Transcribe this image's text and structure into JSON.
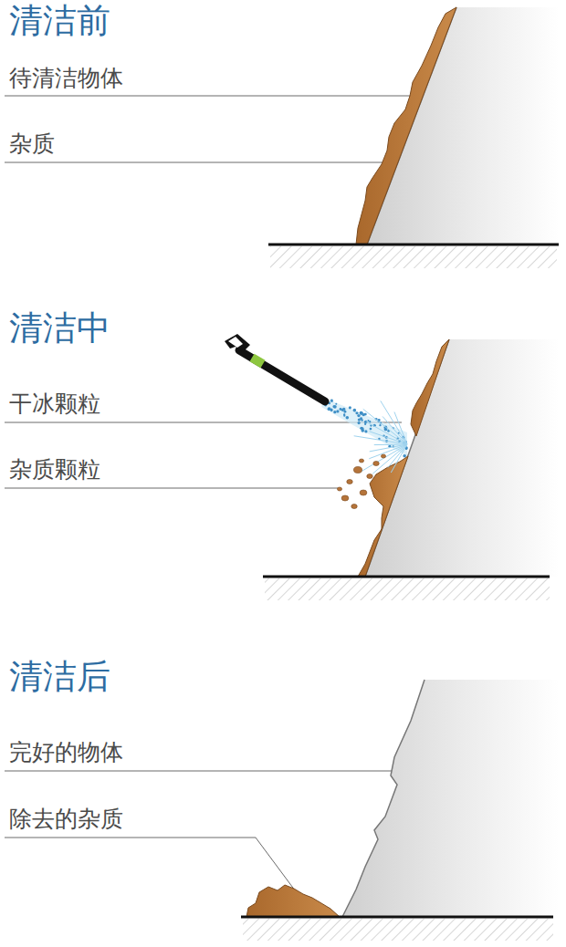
{
  "diagram": {
    "labels": [
      "清洁前",
      "待清洁物体",
      "杂质",
      "清洁中",
      "干冰颗粒",
      "杂质颗粒",
      "清洁后",
      "完好的物体",
      "除去的杂质"
    ]
  }
}
